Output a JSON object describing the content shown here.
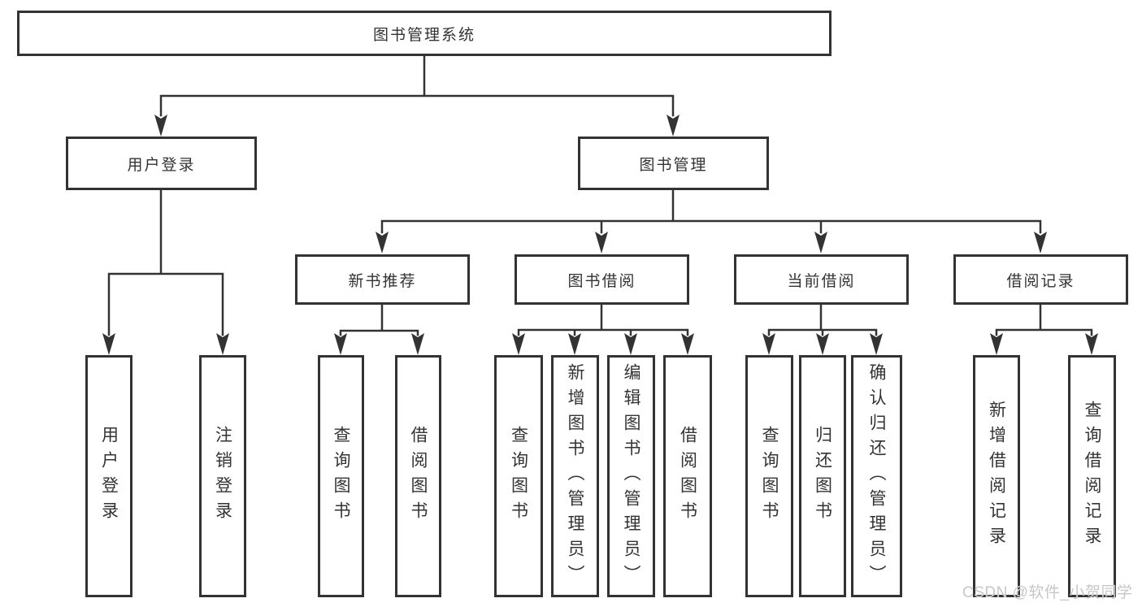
{
  "diagram": {
    "nodes": {
      "root": "图书管理系统",
      "user_login": "用户登录",
      "book_management": "图书管理",
      "new_book_recommend": "新书推荐",
      "book_borrow": "图书借阅",
      "current_borrow": "当前借阅",
      "borrow_record": "借阅记录"
    },
    "leaves": {
      "user_login": "用户登录",
      "logout": "注销登录",
      "recommend_query_books": "查询图书",
      "recommend_borrow_books": "借阅图书",
      "borrow_query_books": "查询图书",
      "borrow_add_books_admin": "新增图书（管理员）",
      "borrow_edit_books_admin": "编辑图书（管理员）",
      "borrow_borrow_books": "借阅图书",
      "current_query_books": "查询图书",
      "current_return_books": "归还图书",
      "current_confirm_return_admin": "确认归还（管理员）",
      "record_add_borrow": "新增借阅记录",
      "record_query_borrow": "查询借阅记录"
    },
    "watermark": "CSDN @软件_小贺同学",
    "colors": {
      "line": "#333333",
      "box_border": "#333333",
      "text": "#333333",
      "watermark": "#c7c7c7",
      "background": "#ffffff"
    }
  }
}
